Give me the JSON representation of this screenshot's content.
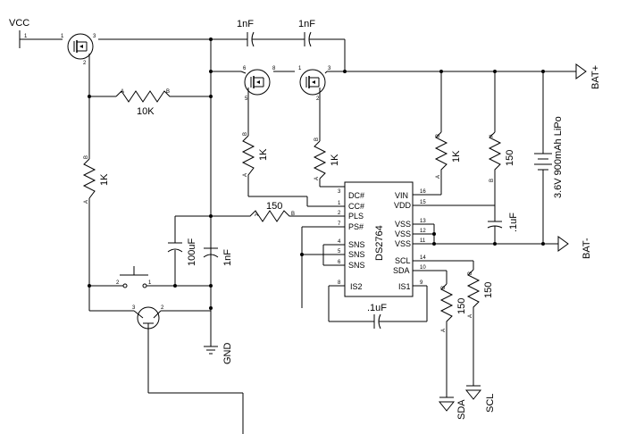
{
  "nets": {
    "vcc": "VCC",
    "bat_plus": "BAT+",
    "bat_minus": "BAT-",
    "gnd": "GND",
    "sda": "SDA",
    "scl": "SCL"
  },
  "components": {
    "c_top1": "1nF",
    "c_top2": "1nF",
    "r_10k": "10K",
    "r_1k_left": "1K",
    "r_1k_mid1": "1K",
    "r_1k_mid2": "1K",
    "r_1k_right": "1K",
    "r_150_right": "150",
    "r_150_pls": "150",
    "c_100uf": "100uF",
    "c_1nf_low": "1nF",
    "c_1uf_vdd": ".1uF",
    "c_1uf_is": ".1uF",
    "r_150_sda": "150",
    "r_150_scl": "150",
    "battery": "3.6V 900mAh LiPo"
  },
  "chip": {
    "name": "DS2764",
    "left_pins": [
      {
        "num": "3",
        "name": "DC#"
      },
      {
        "num": "1",
        "name": "CC#"
      },
      {
        "num": "2",
        "name": "PLS"
      },
      {
        "num": "7",
        "name": "PS#"
      },
      {
        "num": "4",
        "name": "SNS"
      },
      {
        "num": "5",
        "name": "SNS"
      },
      {
        "num": "6",
        "name": "SNS"
      },
      {
        "num": "8",
        "name": "IS2"
      }
    ],
    "right_pins": [
      {
        "num": "16",
        "name": "VIN"
      },
      {
        "num": "15",
        "name": "VDD"
      },
      {
        "num": "13",
        "name": "VSS"
      },
      {
        "num": "12",
        "name": "VSS"
      },
      {
        "num": "11",
        "name": "VSS"
      },
      {
        "num": "14",
        "name": "SCL"
      },
      {
        "num": "10",
        "name": "SDA"
      },
      {
        "num": "9",
        "name": "IS1"
      }
    ]
  },
  "pin_marks": {
    "one": "1",
    "two": "2",
    "three": "3",
    "five": "5",
    "six": "6",
    "seven": "7",
    "eight": "8",
    "a": "A",
    "b": "B"
  }
}
